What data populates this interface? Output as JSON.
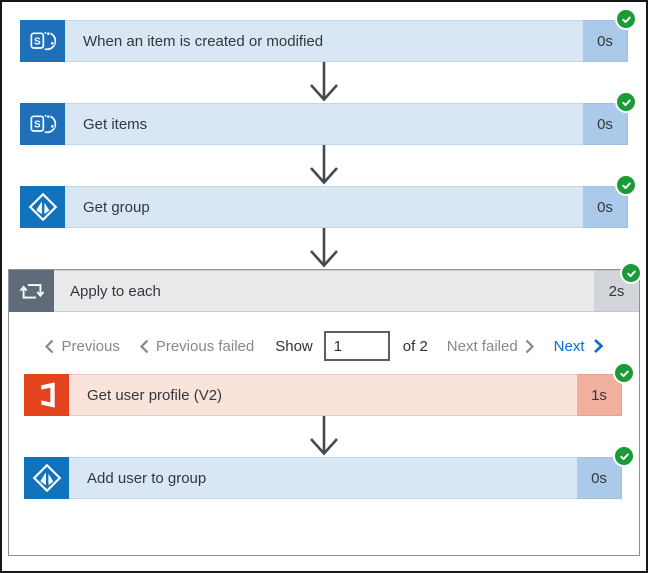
{
  "flow": {
    "steps": [
      {
        "title": "When an item is created or modified",
        "duration": "0s",
        "connector": "sharepoint",
        "status": "succeeded"
      },
      {
        "title": "Get items",
        "duration": "0s",
        "connector": "sharepoint",
        "status": "succeeded"
      },
      {
        "title": "Get group",
        "duration": "0s",
        "connector": "azure-ad",
        "status": "succeeded"
      }
    ],
    "scope": {
      "title": "Apply to each",
      "duration": "2s",
      "status": "succeeded",
      "pagination": {
        "previous": "Previous",
        "previous_failed": "Previous failed",
        "show_label": "Show",
        "page_value": "1",
        "of_total": "of 2",
        "next_failed": "Next failed",
        "next": "Next"
      },
      "steps": [
        {
          "title": "Get user profile (V2)",
          "duration": "1s",
          "connector": "office365",
          "status": "succeeded"
        },
        {
          "title": "Add user to group",
          "duration": "0s",
          "connector": "azure-ad",
          "status": "succeeded"
        }
      ]
    }
  },
  "colors": {
    "sharepoint_tile": "#1f70b9",
    "azure_ad_tile": "#1273bd",
    "office365_tile": "#e3441e",
    "scope_tile": "#5f6b79",
    "card_blue_body": "#d9e7f5",
    "card_blue_duration": "#abc9e8",
    "card_salmon_body": "#fae3da",
    "card_salmon_duration": "#f1af9d",
    "scope_header_body": "#e9eaec",
    "scope_header_duration": "#d2d5d9",
    "success_badge": "#1a9b38",
    "next_link": "#0d6bd0",
    "muted_link": "#8a8886",
    "arrow": "#46494d"
  }
}
